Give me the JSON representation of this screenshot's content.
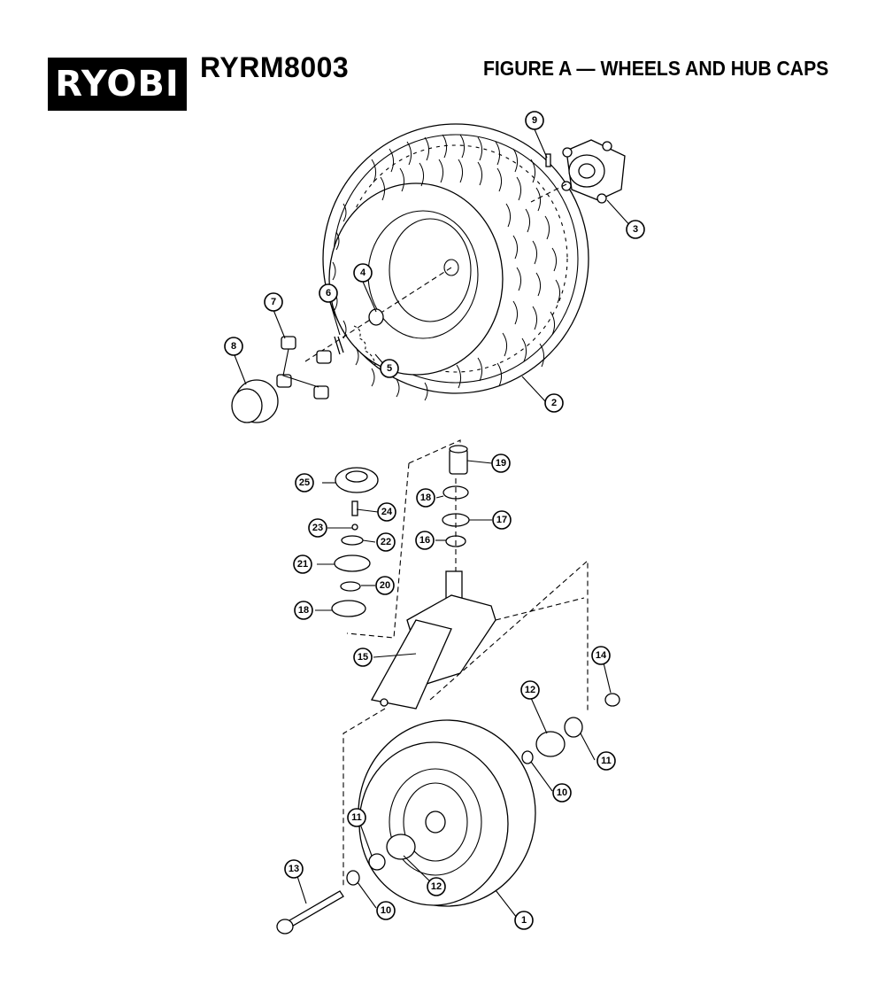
{
  "header": {
    "brand_logo_text": "RYOBI",
    "model": "RYRM8003",
    "figure_title": "FIGURE A — WHEELS AND HUB CAPS"
  },
  "callouts": [
    {
      "id": "c9",
      "label": "9"
    },
    {
      "id": "c3",
      "label": "3"
    },
    {
      "id": "c4",
      "label": "4"
    },
    {
      "id": "c6",
      "label": "6"
    },
    {
      "id": "c7",
      "label": "7"
    },
    {
      "id": "c8",
      "label": "8"
    },
    {
      "id": "c5",
      "label": "5"
    },
    {
      "id": "c2",
      "label": "2"
    },
    {
      "id": "c19",
      "label": "19"
    },
    {
      "id": "c25",
      "label": "25"
    },
    {
      "id": "c18a",
      "label": "18"
    },
    {
      "id": "c17",
      "label": "17"
    },
    {
      "id": "c24",
      "label": "24"
    },
    {
      "id": "c23",
      "label": "23"
    },
    {
      "id": "c22",
      "label": "22"
    },
    {
      "id": "c16",
      "label": "16"
    },
    {
      "id": "c21",
      "label": "21"
    },
    {
      "id": "c20",
      "label": "20"
    },
    {
      "id": "c18b",
      "label": "18"
    },
    {
      "id": "c15",
      "label": "15"
    },
    {
      "id": "c14",
      "label": "14"
    },
    {
      "id": "c12a",
      "label": "12"
    },
    {
      "id": "c11a",
      "label": "11"
    },
    {
      "id": "c10a",
      "label": "10"
    },
    {
      "id": "c11b",
      "label": "11"
    },
    {
      "id": "c13",
      "label": "13"
    },
    {
      "id": "c12b",
      "label": "12"
    },
    {
      "id": "c10b",
      "label": "10"
    },
    {
      "id": "c1",
      "label": "1"
    }
  ]
}
